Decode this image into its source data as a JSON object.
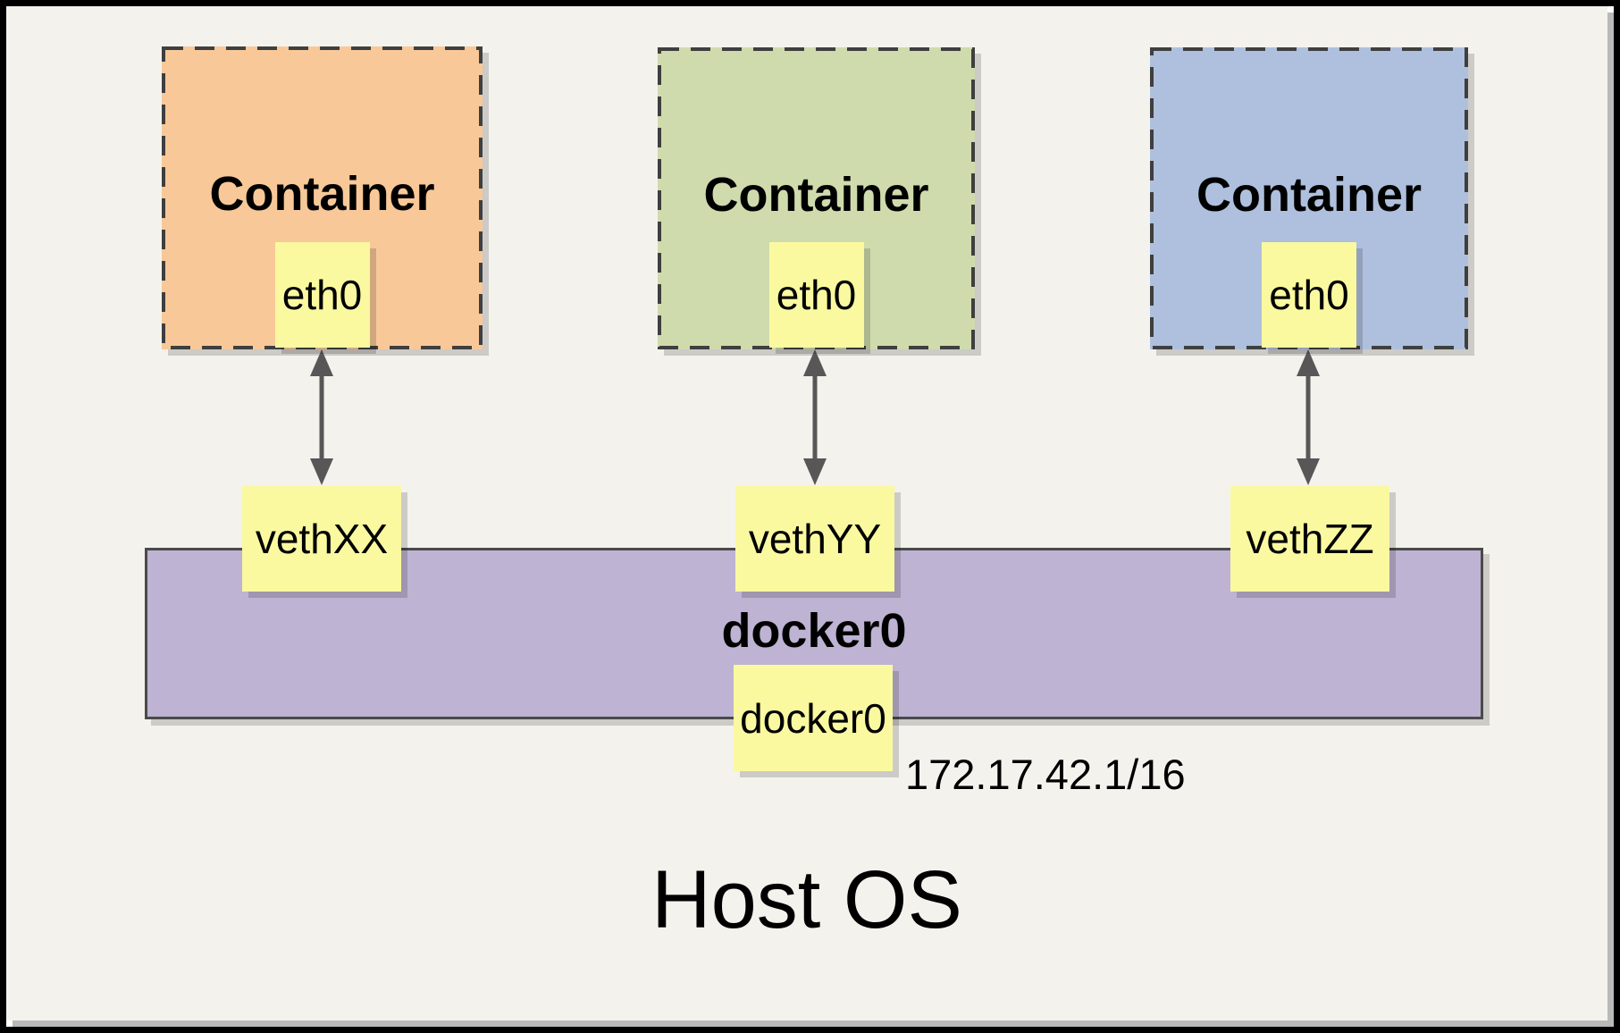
{
  "page": {
    "background": "#f4f2ed",
    "frame_color": "#000000"
  },
  "containers": [
    {
      "title": "Container",
      "eth_label": "eth0",
      "veth_label": "vethXX",
      "fill": "#f8c898"
    },
    {
      "title": "Container",
      "eth_label": "eth0",
      "veth_label": "vethYY",
      "fill": "#cfdbac"
    },
    {
      "title": "Container",
      "eth_label": "eth0",
      "veth_label": "vethZZ",
      "fill": "#aec0dd"
    }
  ],
  "bridge": {
    "title": "docker0",
    "interface_label": "docker0",
    "ip": "172.17.42.1/16",
    "fill": "#beb3d2"
  },
  "host": {
    "label": "Host OS"
  },
  "colors": {
    "note_yellow": "#fbf9a0",
    "arrow": "#575757",
    "dashed_border": "#3f3f3f",
    "bar_border": "#4a4a4a"
  }
}
